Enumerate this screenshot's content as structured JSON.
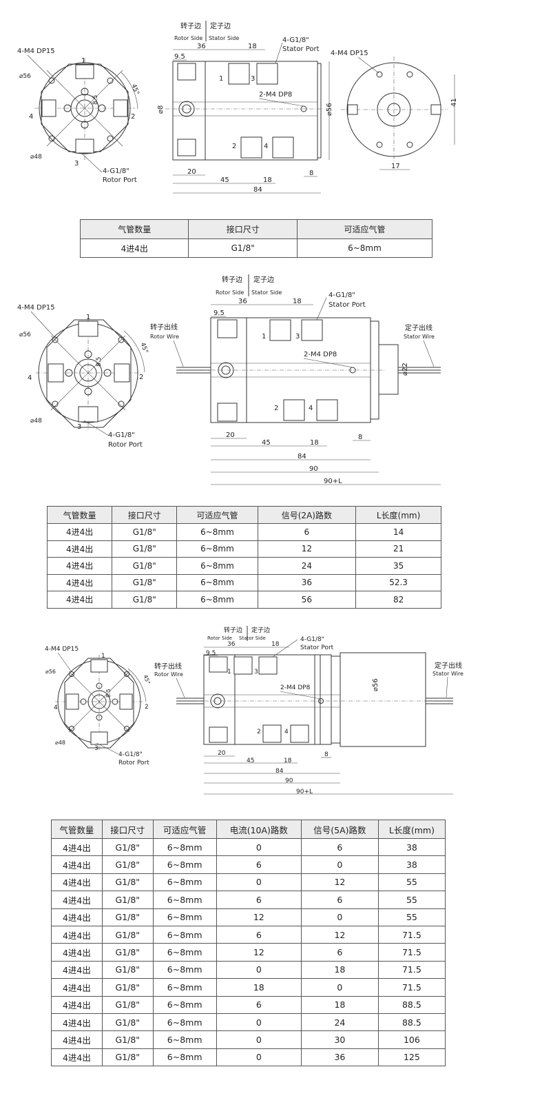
{
  "drawings": [
    {
      "side_labels": {
        "rotor_cn": "转子边",
        "rotor_en": "Rotor Side",
        "stator_cn": "定子边",
        "stator_en": "Stator Side"
      },
      "callouts": {
        "front_bolt": "4-M4 DP15",
        "dia56": "⌀56",
        "dia48": "⌀48",
        "angle": "45°",
        "dim_8_5": "8.5",
        "rotor_port_a": "4-G1/8\"",
        "rotor_port_b": "Rotor Port",
        "stator_port_a": "4-G1/8\"",
        "stator_port_b": "Stator Port",
        "m4dp8": "2-M4 DP8",
        "rear_bolt": "4-M4 DP15"
      },
      "port_numbers": [
        "1",
        "2",
        "3",
        "4"
      ],
      "dims": {
        "d9_5": "9.5",
        "d36": "36",
        "d18": "18",
        "d8": "⌀8",
        "d56": "⌀56",
        "d20": "20",
        "d45": "45",
        "d18b": "18",
        "d84": "84",
        "d8b": "8",
        "d41": "41",
        "d17": "17"
      }
    },
    {
      "side_labels": {
        "rotor_cn": "转子边",
        "rotor_en": "Rotor Side",
        "stator_cn": "定子边",
        "stator_en": "Stator Side"
      },
      "callouts": {
        "front_bolt": "4-M4 DP15",
        "dia56": "⌀56",
        "dia48": "⌀48",
        "angle": "45°",
        "dim_8_5": "8.5",
        "rotor_port_a": "4-G1/8\"",
        "rotor_port_b": "Rotor Port",
        "stator_port_a": "4-G1/8\"",
        "stator_port_b": "Stator Port",
        "m4dp8": "2-M4 DP8",
        "rotor_wire_cn": "转子出线",
        "rotor_wire_en": "Rotor Wire",
        "stator_wire_cn": "定子出线",
        "stator_wire_en": "Stator Wire"
      },
      "port_numbers": [
        "1",
        "2",
        "3",
        "4"
      ],
      "dims": {
        "d9_5": "9.5",
        "d36": "36",
        "d18": "18",
        "d22": "⌀22",
        "d20": "20",
        "d45": "45",
        "d18b": "18",
        "d8b": "8",
        "d84": "84",
        "d90": "90",
        "d90L": "90+L"
      }
    },
    {
      "side_labels": {
        "rotor_cn": "转子边",
        "rotor_en": "Rotor Side",
        "stator_cn": "定子边",
        "stator_en": "Stator Side"
      },
      "callouts": {
        "front_bolt": "4-M4 DP15",
        "dia56": "⌀56",
        "dia48": "⌀48",
        "angle": "45°",
        "dim_8_5": "8.5",
        "rotor_port_a": "4-G1/8\"",
        "rotor_port_b": "Rotor Port",
        "stator_port_a": "4-G1/8\"",
        "stator_port_b": "Stator Port",
        "m4dp8": "2-M4 DP8",
        "rotor_wire_cn": "转子出线",
        "rotor_wire_en": "Rotor Wire",
        "stator_wire_cn": "定子出线",
        "stator_wire_en": "Stator Wire"
      },
      "port_numbers": [
        "1",
        "2",
        "3",
        "4"
      ],
      "dims": {
        "d9_5": "9.5",
        "d36": "36",
        "d18": "18",
        "d56": "⌀56",
        "d20": "20",
        "d45": "45",
        "d18b": "18",
        "d8b": "8",
        "d84": "84",
        "d90": "90",
        "d90L": "90+L"
      }
    }
  ],
  "tables": [
    {
      "headers": [
        "气管数量",
        "接口尺寸",
        "可适应气管"
      ],
      "rows": [
        [
          "4进4出",
          "G1/8\"",
          "6~8mm"
        ]
      ]
    },
    {
      "headers": [
        "气管数量",
        "接口尺寸",
        "可适应气管",
        "信号(2A)路数",
        "L长度(mm)"
      ],
      "rows": [
        [
          "4进4出",
          "G1/8\"",
          "6~8mm",
          "6",
          "14"
        ],
        [
          "4进4出",
          "G1/8\"",
          "6~8mm",
          "12",
          "21"
        ],
        [
          "4进4出",
          "G1/8\"",
          "6~8mm",
          "24",
          "35"
        ],
        [
          "4进4出",
          "G1/8\"",
          "6~8mm",
          "36",
          "52.3"
        ],
        [
          "4进4出",
          "G1/8\"",
          "6~8mm",
          "56",
          "82"
        ]
      ]
    },
    {
      "headers": [
        "气管数量",
        "接口尺寸",
        "可适应气管",
        "电流(10A)路数",
        "信号(5A)路数",
        "L长度(mm)"
      ],
      "rows": [
        [
          "4进4出",
          "G1/8\"",
          "6~8mm",
          "0",
          "6",
          "38"
        ],
        [
          "4进4出",
          "G1/8\"",
          "6~8mm",
          "6",
          "0",
          "38"
        ],
        [
          "4进4出",
          "G1/8\"",
          "6~8mm",
          "0",
          "12",
          "55"
        ],
        [
          "4进4出",
          "G1/8\"",
          "6~8mm",
          "6",
          "6",
          "55"
        ],
        [
          "4进4出",
          "G1/8\"",
          "6~8mm",
          "12",
          "0",
          "55"
        ],
        [
          "4进4出",
          "G1/8\"",
          "6~8mm",
          "6",
          "12",
          "71.5"
        ],
        [
          "4进4出",
          "G1/8\"",
          "6~8mm",
          "12",
          "6",
          "71.5"
        ],
        [
          "4进4出",
          "G1/8\"",
          "6~8mm",
          "0",
          "18",
          "71.5"
        ],
        [
          "4进4出",
          "G1/8\"",
          "6~8mm",
          "18",
          "0",
          "71.5"
        ],
        [
          "4进4出",
          "G1/8\"",
          "6~8mm",
          "6",
          "18",
          "88.5"
        ],
        [
          "4进4出",
          "G1/8\"",
          "6~8mm",
          "0",
          "24",
          "88.5"
        ],
        [
          "4进4出",
          "G1/8\"",
          "6~8mm",
          "0",
          "30",
          "106"
        ],
        [
          "4进4出",
          "G1/8\"",
          "6~8mm",
          "0",
          "36",
          "125"
        ]
      ]
    }
  ]
}
